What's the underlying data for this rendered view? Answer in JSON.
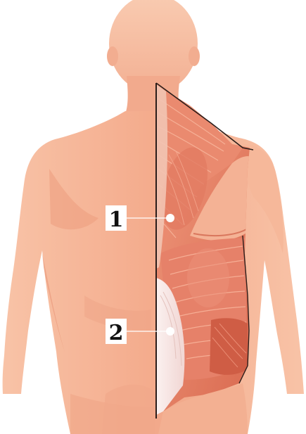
{
  "figure": {
    "subject": "back-muscles-anatomy",
    "colors": {
      "skin_light": "#f6b89a",
      "skin_mid": "#f0a182",
      "skin_shadow": "#e08a6c",
      "muscle": "#e8836a",
      "muscle_dark": "#c8553e",
      "muscle_line": "#f8b79e",
      "fascia": "#f6e6e6",
      "outline": "#2b1d1a"
    },
    "callouts": [
      {
        "label": "1"
      },
      {
        "label": "2"
      }
    ]
  }
}
